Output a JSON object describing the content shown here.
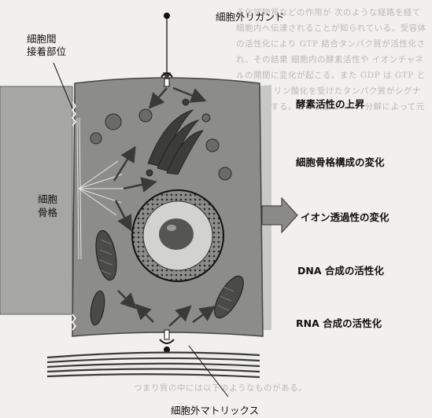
{
  "labels": {
    "ligand": "細胞外リガンド",
    "junction_line1": "細胞間",
    "junction_line2": "接着部位",
    "cytoskeleton_line1": "細胞",
    "cytoskeleton_line2": "骨格",
    "enzyme": "酵素活性の上昇",
    "cytoskeleton_change": "細胞骨格構成の変化",
    "ion": "イオン透過性の変化",
    "dna": "DNA 合成の活性化",
    "rna": "RNA 合成の活性化",
    "matrix": "細胞外マトリックス"
  },
  "background_text": {
    "top": "る化学物質などの作用が 次のような経路を経て細胞内へ伝達されることが知られている。受容体の活性化により GTP 結合タンパク質が活性化され、その結果 細胞内の酵素活性や イオンチャネルの開閉に変化が起こる。また GDP は GTP と交換され リン酸化を受けたタンパク質がシグナルを伝達する。この状態は GTP 分解によって元に戻る。",
    "bottom": "つまり質の中には以下のようなものがある。"
  }
}
